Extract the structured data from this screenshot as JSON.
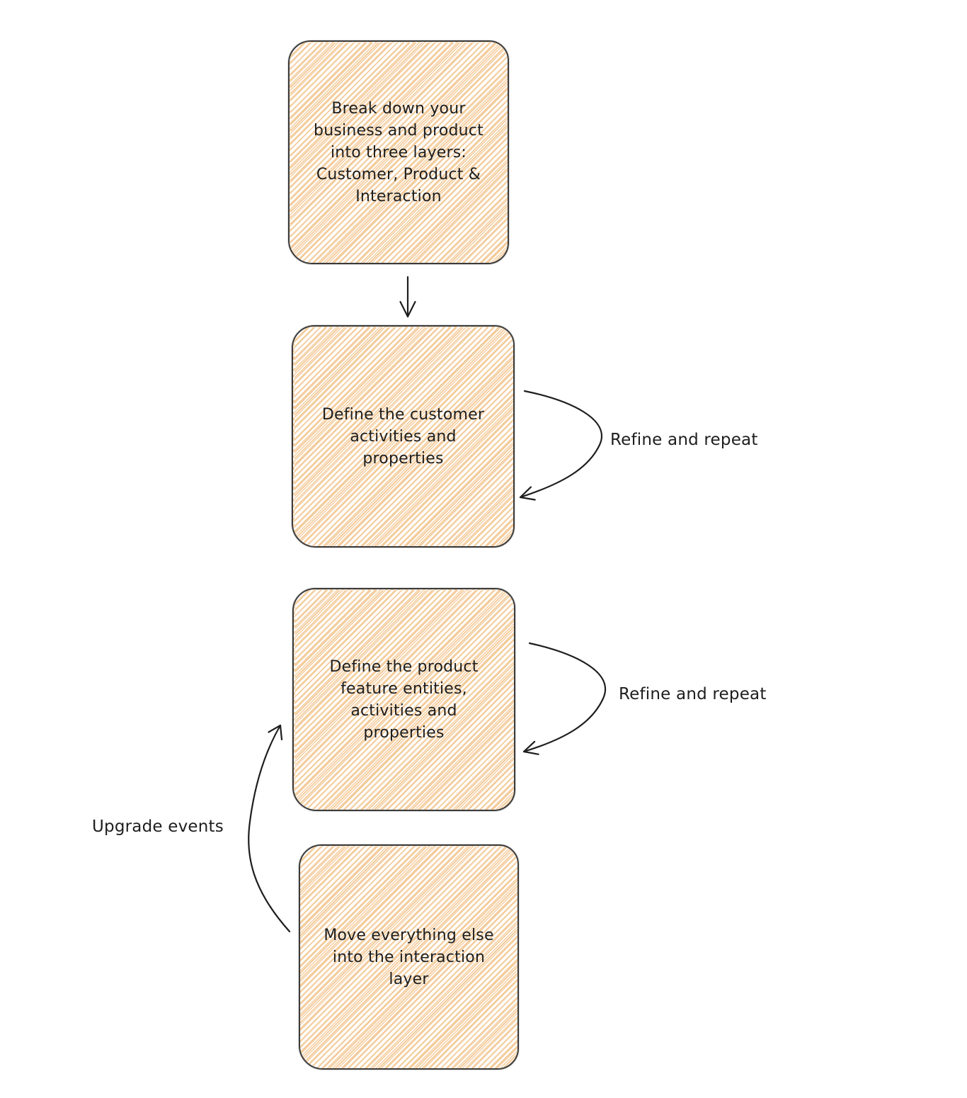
{
  "diagram": {
    "type": "flowchart",
    "style": "hand-drawn-hachure",
    "colors": {
      "ink": "#1e1e1e",
      "boxBorder": "#3b3b3b",
      "boxFillHatch": "#f1bf84",
      "pageBg": "#ffffff"
    },
    "boxes": [
      {
        "id": "step-1",
        "text": "Break down your\nbusiness and product\ninto three layers:\nCustomer, Product &\nInteraction"
      },
      {
        "id": "step-2",
        "text": "Define the customer\nactivities and\nproperties"
      },
      {
        "id": "step-3",
        "text": "Define the product\nfeature entities,\nactivities and\nproperties"
      },
      {
        "id": "step-4",
        "text": "Move everything else\ninto the interaction\nlayer"
      }
    ],
    "labels": {
      "refine_repeat_1": "Refine and repeat",
      "refine_repeat_2": "Refine and repeat",
      "upgrade_events": "Upgrade events"
    },
    "arrows": [
      {
        "id": "arrow-step1-to-step2",
        "from": "step-1",
        "to": "step-2",
        "label": ""
      },
      {
        "id": "arrow-refine-loop-step2",
        "from": "step-2",
        "to": "step-2",
        "label": "Refine and repeat"
      },
      {
        "id": "arrow-refine-loop-step3",
        "from": "step-3",
        "to": "step-3",
        "label": "Refine and repeat"
      },
      {
        "id": "arrow-upgrade-step4-to-step3",
        "from": "step-4",
        "to": "step-3",
        "label": "Upgrade events"
      }
    ]
  }
}
